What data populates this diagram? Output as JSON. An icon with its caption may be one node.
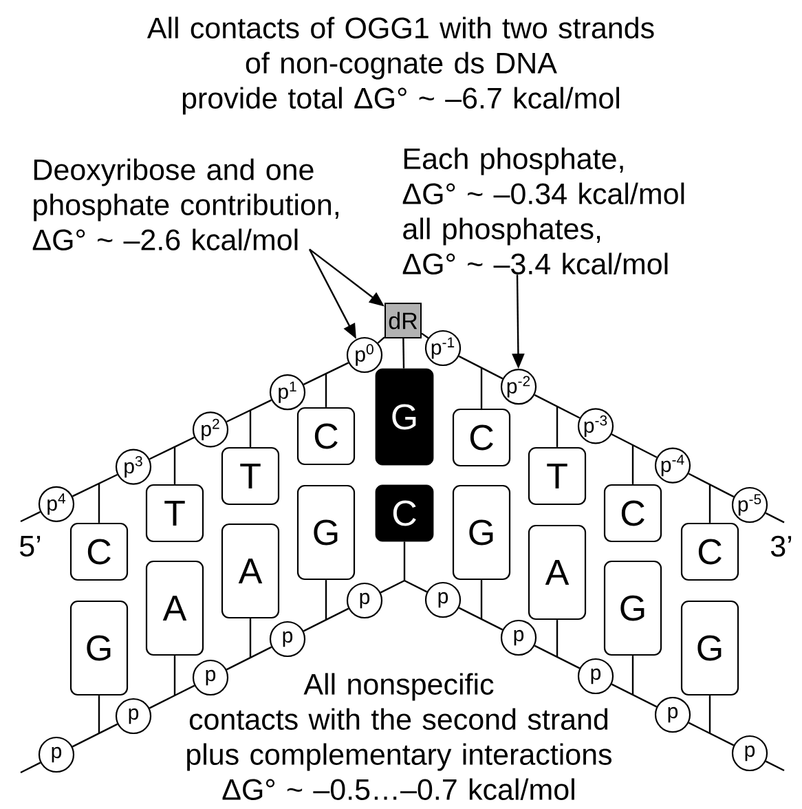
{
  "diagram": {
    "title": "All contacts of OGG1 with two strands of non-cognate ds DNA provide total ΔG° ~ –6.7 kcal/mol",
    "nodes": [
      {
        "text": [
          "Deoxyribose and one phosphate contribution, ΔG° ~ –2.6 kcal/mol"
        ]
      },
      {
        "text": [
          "Each phosphate, ΔG° ~ –0.34 kcal/mol all phosphates, ΔG° ~ –3.4 kcal/mol"
        ]
      },
      {
        "text": [
          "dR"
        ]
      },
      {
        "text": [
          "p$^{0}$"
        ]
      },
      {
        "text": [
          "p$^{1}$"
        ]
      },
      {
        "text": [
          "p$^{2}$"
        ]
      },
      {
        "text": [
          "p$^{3}$"
        ]
      },
      {
        "text": [
          "p$^{4}$"
        ]
      },
      {
        "text": [
          "p$^{-1}$"
        ]
      },
      {
        "text": [
          "p$^{-2}$"
        ]
      },
      {
        "text": [
          "p$^{-3}$"
        ]
      },
      {
        "text": [
          "p$^{-4}$"
        ]
      },
      {
        "text": [
          "p$^{-5}$"
        ]
      },
      {
        "text": [
          "G"
        ]
      },
      {
        "text": [
          "C"
        ]
      },
      {
        "text": [
          "C"
        ]
      },
      {
        "text": [
          "T"
        ]
      },
      {
        "text": [
          "T"
        ]
      },
      {
        "text": [
          "C"
        ]
      },
      {
        "text": [
          "G"
        ]
      },
      {
        "text": [
          "A"
        ]
      },
      {
        "text": [
          "A"
        ]
      },
      {
        "text": [
          "G"
        ]
      },
      {
        "text": [
          "C"
        ]
      },
      {
        "text": [
          "T"
        ]
      },
      {
        "text": [
          "C"
        ]
      },
      {
        "text": [
          "C"
        ]
      },
      {
        "text": [
          "G"
        ]
      },
      {
        "text": [
          "A"
        ]
      },
      {
        "text": [
          "G"
        ]
      },
      {
        "text": [
          "G"
        ]
      },
      {
        "text": [
          "p"
        ]
      },
      {
        "text": [
          "p"
        ]
      },
      {
        "text": [
          "p"
        ]
      },
      {
        "text": [
          "p"
        ]
      },
      {
        "text": [
          "p"
        ]
      },
      {
        "text": [
          "p"
        ]
      },
      {
        "text": [
          "p"
        ]
      },
      {
        "text": [
          "p"
        ]
      },
      {
        "text": [
          "p"
        ]
      },
      {
        "text": [
          "p"
        ]
      }
    ],
    "edges": [
      {
        "from": 0,
        "to": 3,
        "arrow": "to"
      },
      {
        "from": 0,
        "to": 2,
        "arrow": "to"
      },
      {
        "from": 1,
        "to": 9,
        "arrow": "to"
      },
      {
        "from": 7,
        "to": null,
        "arrow": "none"
      },
      {
        "from": 7,
        "to": 6,
        "arrow": "none"
      },
      {
        "from": 6,
        "to": 5,
        "arrow": "none"
      },
      {
        "from": 5,
        "to": 4,
        "arrow": "none"
      },
      {
        "from": 4,
        "to": 3,
        "arrow": "none"
      },
      {
        "from": 3,
        "to": 2,
        "arrow": "none"
      },
      {
        "from": 2,
        "to": 8,
        "arrow": "none"
      },
      {
        "from": 8,
        "to": 9,
        "arrow": "none"
      },
      {
        "from": 9,
        "to": 10,
        "arrow": "none"
      },
      {
        "from": 10,
        "to": 11,
        "arrow": "none"
      },
      {
        "from": 11,
        "to": 12,
        "arrow": "none"
      },
      {
        "from": 12,
        "to": null,
        "arrow": "none"
      },
      {
        "from": 2,
        "to": 13,
        "arrow": "none"
      },
      {
        "from": 35,
        "to": null,
        "arrow": "none"
      },
      {
        "from": 35,
        "to": 34,
        "arrow": "none"
      },
      {
        "from": 34,
        "to": 33,
        "arrow": "none"
      },
      {
        "from": 33,
        "to": 32,
        "arrow": "none"
      },
      {
        "from": 32,
        "to": 31,
        "arrow": "none"
      },
      {
        "from": 31,
        "to": 36,
        "arrow": "none"
      },
      {
        "from": 36,
        "to": 37,
        "arrow": "none"
      },
      {
        "from": 37,
        "to": 38,
        "arrow": "none"
      },
      {
        "from": 38,
        "to": 39,
        "arrow": "none"
      },
      {
        "from": 39,
        "to": 40,
        "arrow": "none"
      },
      {
        "from": 40,
        "to": null,
        "arrow": "none"
      },
      {
        "from": 14,
        "to": null,
        "arrow": "none"
      },
      {
        "from": 15,
        "to": null,
        "arrow": "none"
      },
      {
        "from": 16,
        "to": null,
        "arrow": "none"
      },
      {
        "from": 17,
        "to": null,
        "arrow": "none"
      },
      {
        "from": 18,
        "to": null,
        "arrow": "none"
      },
      {
        "from": 19,
        "to": null,
        "arrow": "none"
      },
      {
        "from": 20,
        "to": null,
        "arrow": "none"
      },
      {
        "from": 21,
        "to": null,
        "arrow": "none"
      },
      {
        "from": 22,
        "to": null,
        "arrow": "none"
      },
      {
        "from": 23,
        "to": null,
        "arrow": "none"
      },
      {
        "from": 24,
        "to": null,
        "arrow": "none"
      },
      {
        "from": 25,
        "to": null,
        "arrow": "none"
      },
      {
        "from": 26,
        "to": null,
        "arrow": "none"
      },
      {
        "from": 27,
        "to": null,
        "arrow": "none"
      },
      {
        "from": 28,
        "to": null,
        "arrow": "none"
      },
      {
        "from": 29,
        "to": null,
        "arrow": "none"
      },
      {
        "from": 30,
        "to": null,
        "arrow": "none"
      }
    ],
    "labels": [
      "5’",
      "3’",
      "All nonspecific contacts with the second strand plus complementary interactions ΔG° ~ –0.5…–0.7 kcal/mol"
    ]
  }
}
